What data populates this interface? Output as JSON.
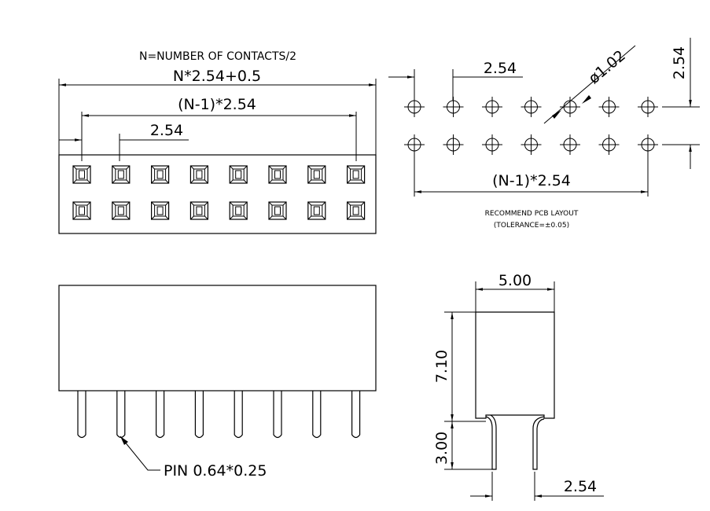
{
  "top_view": {
    "note": "N=NUMBER OF CONTACTS/2",
    "dim_total": "N*2.54+0.5",
    "dim_span": "(N-1)*2.54",
    "dim_pitch": "2.54",
    "contacts_per_row": 8,
    "rows": 2
  },
  "pcb_layout": {
    "dim_pitch_x": "2.54",
    "dim_hole": "ø1.02",
    "dim_pitch_y": "2.54",
    "dim_span": "(N-1)*2.54",
    "title": "RECOMMEND PCB LAYOUT",
    "tolerance": "(TOLERANCE=±0.05)",
    "holes_per_row": 7,
    "rows": 2
  },
  "front_view": {
    "pin_label": "PIN  0.64*0.25",
    "pin_count": 8
  },
  "side_view": {
    "dim_width": "5.00",
    "dim_height": "7.10",
    "dim_pin": "3.00",
    "dim_pitch": "2.54"
  }
}
